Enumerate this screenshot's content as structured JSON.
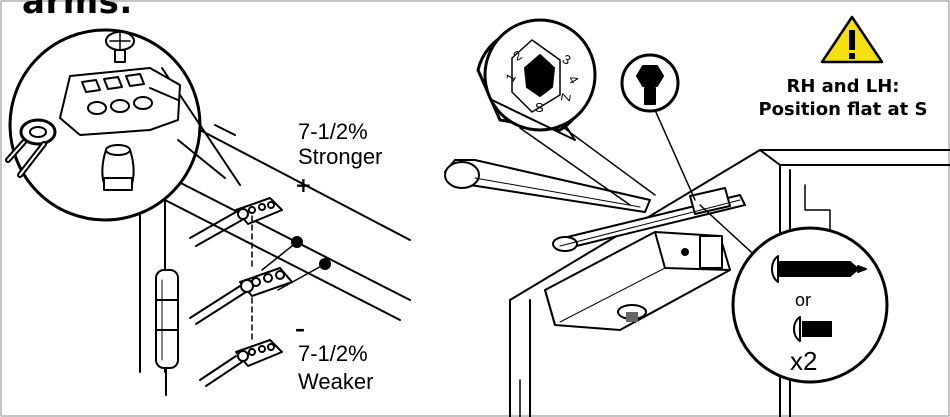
{
  "figure": {
    "title_fragment": "arms.",
    "left_panel": {
      "stronger_pct": "7-1/2%",
      "stronger_word": "Stronger",
      "plus_sign": "+",
      "minus_sign": "–",
      "weaker_pct": "7-1/2%",
      "weaker_word": "Weaker"
    },
    "right_panel": {
      "warning_line1": "RH and LH:",
      "warning_line2": "Position flat at S",
      "screw_or": "or",
      "screw_qty": "x2",
      "dial_marks": [
        "2",
        "3",
        "4",
        "1",
        "S",
        "Z"
      ]
    }
  }
}
